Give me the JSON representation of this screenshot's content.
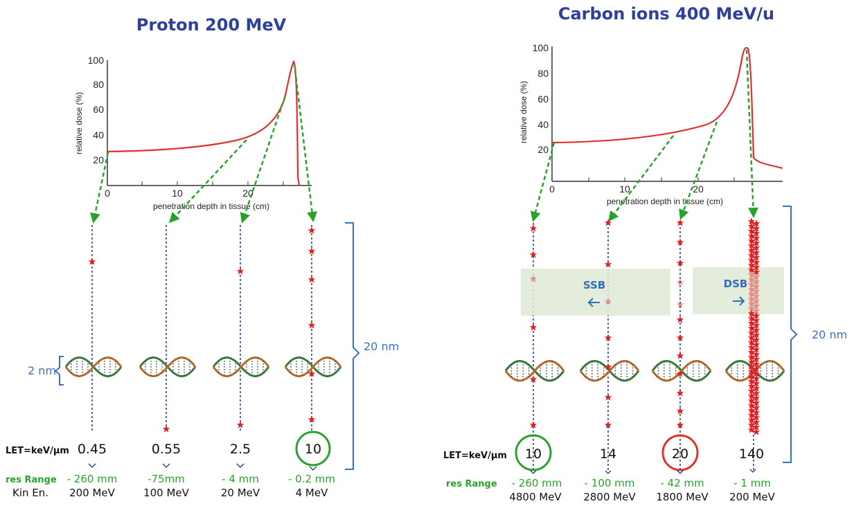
{
  "left_panel": {
    "title": "Proton 200 MeV",
    "graph": {
      "ylabel": "relative dose (%)",
      "xlabel": "penetration depth in tissue (cm)",
      "yticks": [
        "20",
        "40",
        "60",
        "80",
        "100"
      ],
      "xticks": [
        "0",
        "10",
        "20"
      ]
    },
    "let_label": "LET=keV/µm",
    "range_label": "res Range",
    "kin_label": "Kin En.",
    "columns": [
      {
        "let": "0.45",
        "range": "- 260 mm",
        "energy": "200 MeV"
      },
      {
        "let": "0.55",
        "range": "-75mm",
        "energy": "100 MeV"
      },
      {
        "let": "2.5",
        "range": "- 4 mm",
        "energy": "20 MeV"
      },
      {
        "let": "10",
        "range": "- 0.2 mm",
        "energy": "4 MeV"
      }
    ],
    "scale_20nm": "20 nm",
    "scale_2nm": "2 nm"
  },
  "right_panel": {
    "title": "Carbon ions 400 MeV/u",
    "graph": {
      "ylabel": "relative dose (%)",
      "xlabel": "penetration depth in tissue (cm)",
      "yticks": [
        "20",
        "40",
        "60",
        "80",
        "100"
      ],
      "xticks": [
        "0",
        "10",
        "20"
      ]
    },
    "let_label": "LET=keV/µm",
    "range_label": "res Range",
    "columns": [
      {
        "let": "10",
        "range": "- 260 mm",
        "energy": "4800 MeV"
      },
      {
        "let": "14",
        "range": "- 100 mm",
        "energy": "2800 MeV"
      },
      {
        "let": "20",
        "range": "- 42 mm",
        "energy": "1800 MeV"
      },
      {
        "let": "140",
        "range": "- 1 mm",
        "energy": "200 MeV"
      }
    ],
    "ssb_label": "SSB",
    "dsb_label": "DSB",
    "scale_20nm": "20 nm"
  },
  "colors": {
    "title": "#2e3f9e",
    "curve": "#e03030",
    "arrow": "#2aa12a",
    "track": "#2a3f8f",
    "star": "#e02020",
    "scale": "#3b6fc4",
    "circle_green": "#2aa12a",
    "circle_red": "#e03030",
    "box": "#dfe9d6"
  }
}
